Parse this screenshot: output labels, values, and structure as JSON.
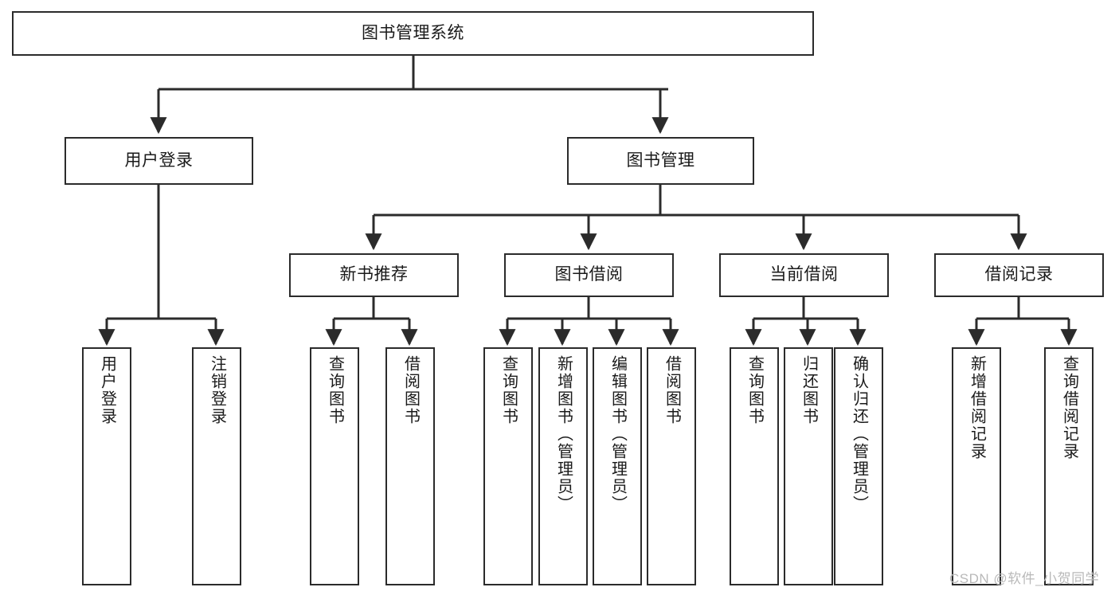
{
  "diagram": {
    "title": "图书管理系统",
    "type": "tree-hierarchy-diagram",
    "colors": {
      "box_border": "#2b2b2b",
      "box_fill": "#ffffff",
      "connector": "#2b2b2b",
      "text": "#1a1a1a",
      "watermark": "#b9b9b9",
      "background": "#ffffff"
    },
    "root": {
      "id": "root",
      "label": "图书管理系统"
    },
    "level2": [
      {
        "id": "user-login",
        "label": "用户登录"
      },
      {
        "id": "book-management",
        "label": "图书管理"
      }
    ],
    "level3": [
      {
        "id": "new-book-recommend",
        "label": "新书推荐",
        "parent": "book-management"
      },
      {
        "id": "book-borrow",
        "label": "图书借阅",
        "parent": "book-management"
      },
      {
        "id": "current-borrow",
        "label": "当前借阅",
        "parent": "book-management"
      },
      {
        "id": "borrow-record",
        "label": "借阅记录",
        "parent": "book-management"
      }
    ],
    "leaves": [
      {
        "id": "leaf-user-login",
        "label": "用户登录",
        "parent": "user-login"
      },
      {
        "id": "leaf-logout-login",
        "label": "注销登录",
        "parent": "user-login"
      },
      {
        "id": "leaf-query-book-1",
        "label": "查询图书",
        "parent": "new-book-recommend"
      },
      {
        "id": "leaf-borrow-book-1",
        "label": "借阅图书",
        "parent": "new-book-recommend"
      },
      {
        "id": "leaf-query-book-2",
        "label": "查询图书",
        "parent": "book-borrow"
      },
      {
        "id": "leaf-add-book",
        "label": "新增图书（管理员）",
        "parent": "book-borrow"
      },
      {
        "id": "leaf-edit-book",
        "label": "编辑图书（管理员）",
        "parent": "book-borrow"
      },
      {
        "id": "leaf-borrow-book-2",
        "label": "借阅图书",
        "parent": "book-borrow"
      },
      {
        "id": "leaf-query-book-3",
        "label": "查询图书",
        "parent": "current-borrow"
      },
      {
        "id": "leaf-return-book",
        "label": "归还图书",
        "parent": "current-borrow"
      },
      {
        "id": "leaf-confirm-return",
        "label": "确认归还（管理员）",
        "parent": "current-borrow"
      },
      {
        "id": "leaf-add-borrow-record",
        "label": "新增借阅记录",
        "parent": "borrow-record"
      },
      {
        "id": "leaf-query-borrow-record",
        "label": "查询借阅记录",
        "parent": "borrow-record"
      }
    ],
    "watermark": "CSDN @软件_小贺同学"
  }
}
